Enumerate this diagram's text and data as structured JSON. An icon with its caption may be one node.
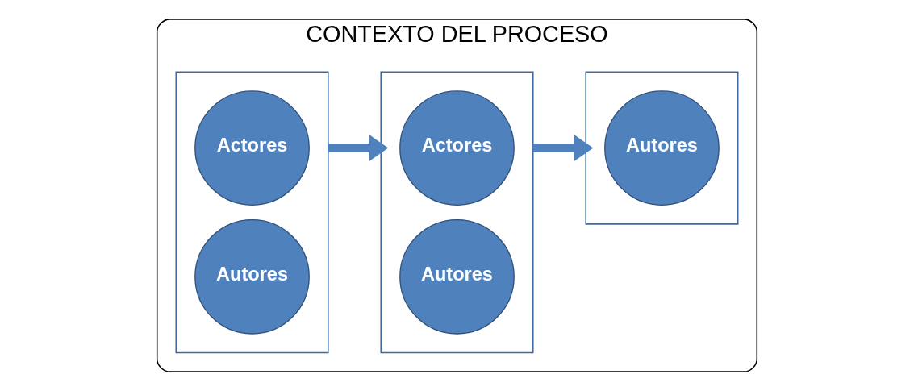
{
  "diagram": {
    "nodes": [
      {
        "text": [
          "CONTEXTO DEL PROCESO"
        ]
      },
      {
        "text": [],
        "shape": "box",
        "in": 0
      },
      {
        "text": [
          "Actores"
        ],
        "in": 1
      },
      {
        "text": [
          "Autores"
        ],
        "in": 1
      },
      {
        "text": [],
        "shape": "box",
        "in": 0
      },
      {
        "text": [
          "Actores"
        ],
        "in": 4
      },
      {
        "text": [
          "Autores"
        ],
        "in": 4
      },
      {
        "text": [],
        "shape": "box",
        "in": 0
      },
      {
        "text": [
          "Autores"
        ],
        "in": 7
      }
    ],
    "edges": [
      {
        "from": 1,
        "to": 4,
        "arrow": "to"
      },
      {
        "from": 4,
        "to": 7,
        "arrow": "to"
      }
    ]
  }
}
